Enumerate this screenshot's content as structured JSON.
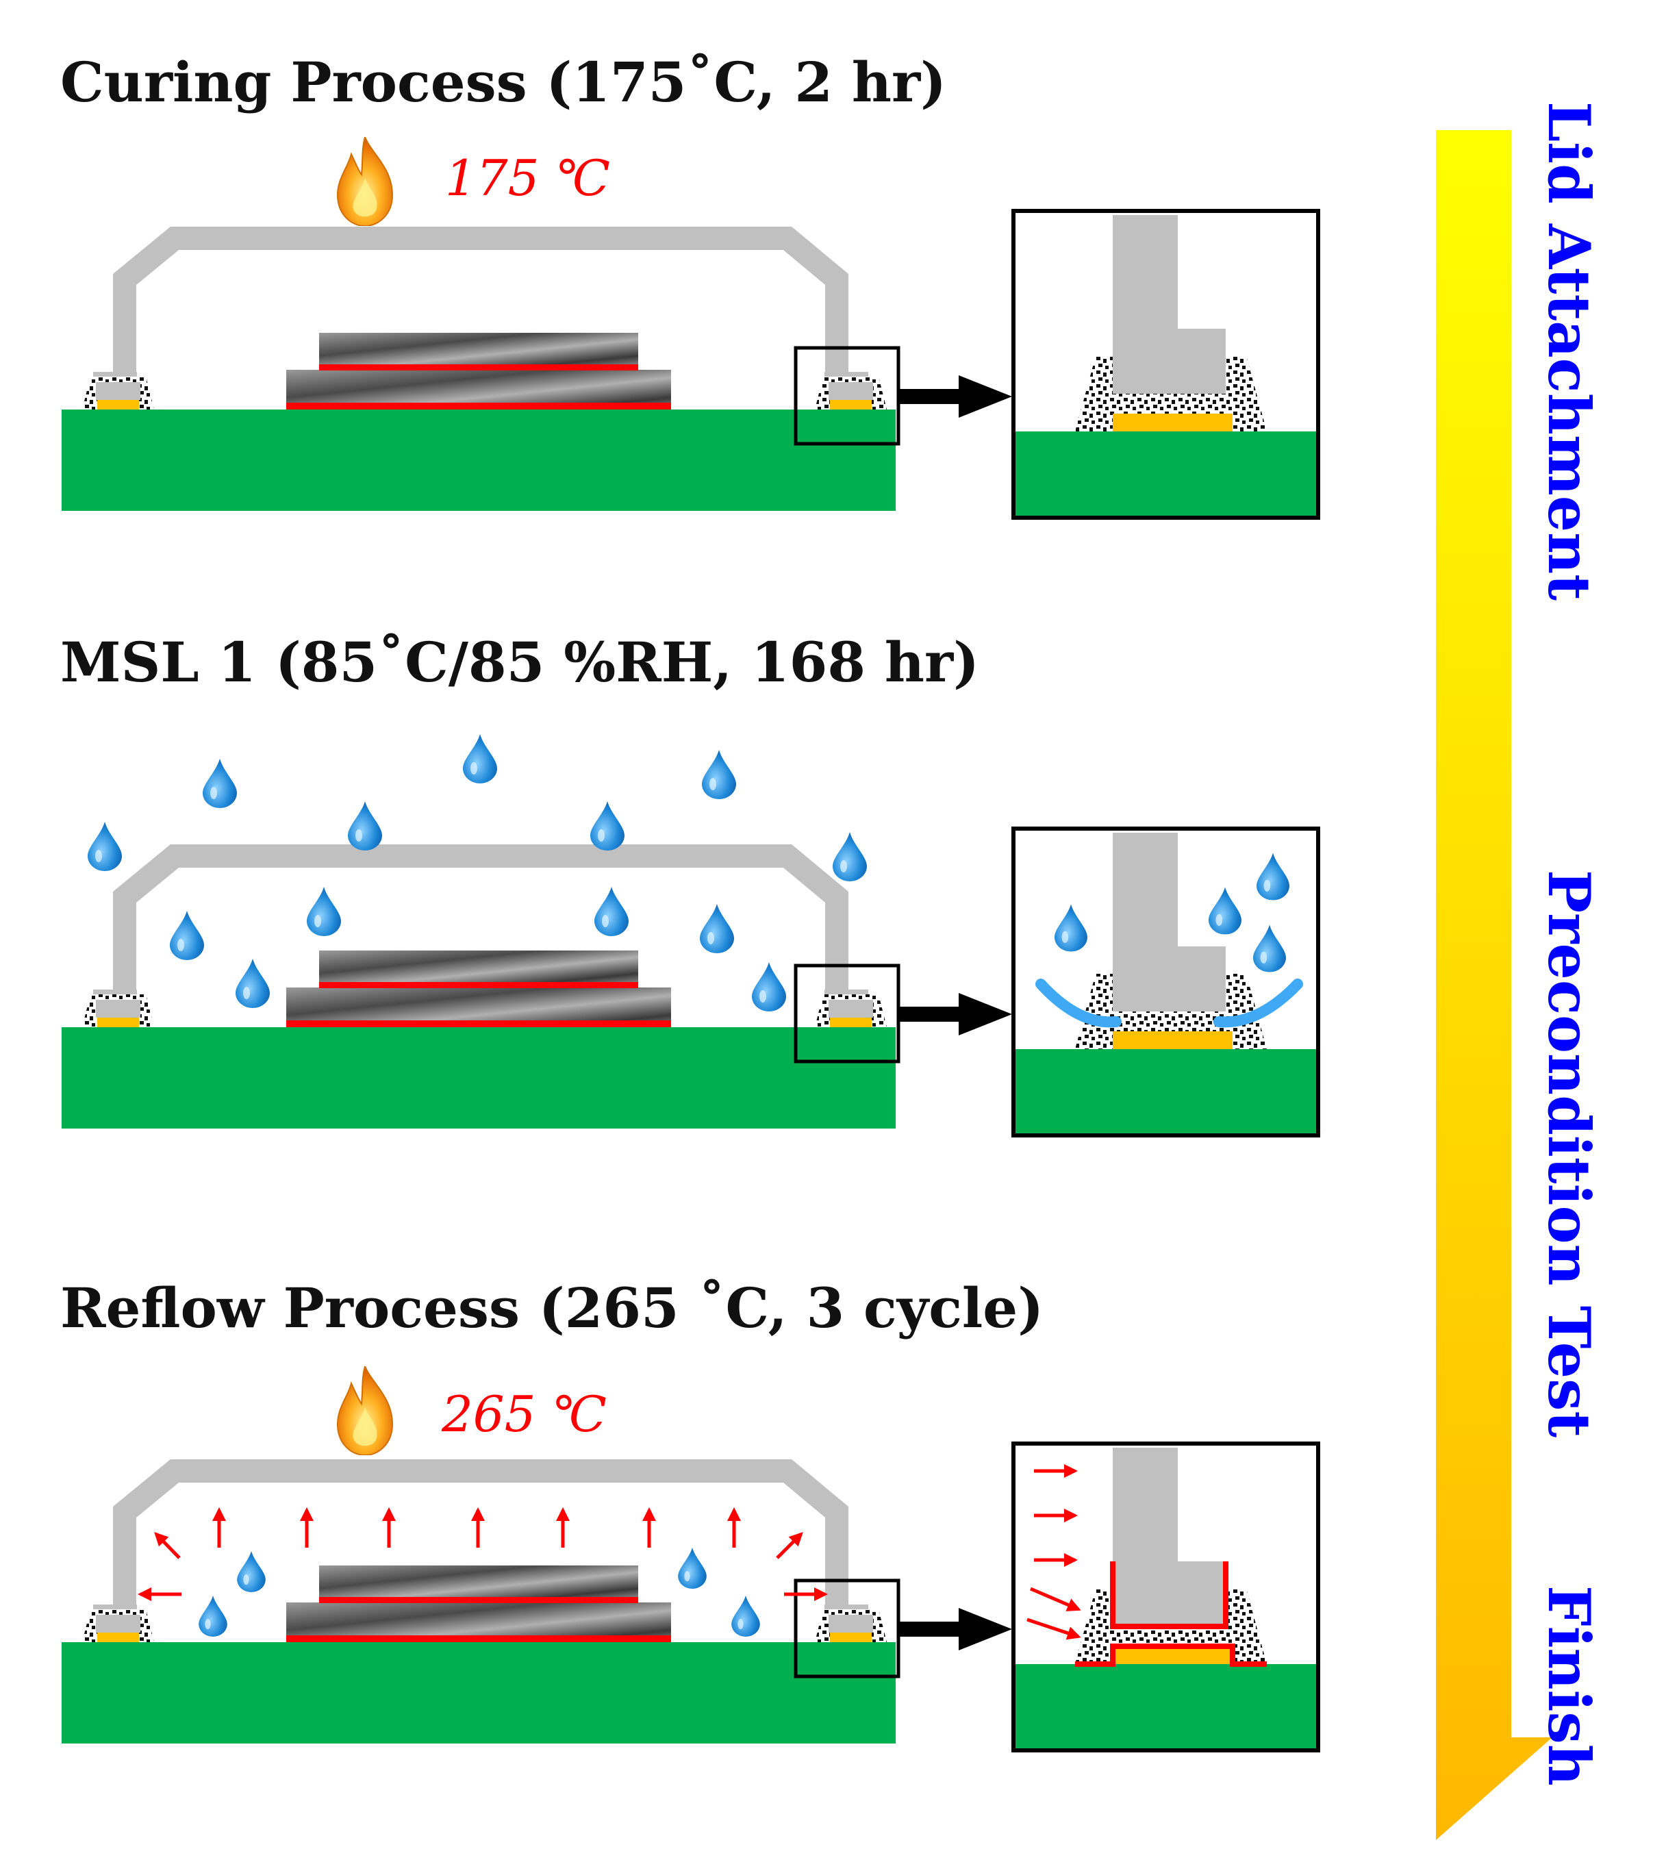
{
  "panels": [
    {
      "title": "Curing Process (175˚C, 2 hr)",
      "temperature": "175 ℃"
    },
    {
      "title": "MSL 1 (85˚C/85 %RH, 168 hr)"
    },
    {
      "title": "Reflow Process (265 ˚C, 3 cycle)",
      "temperature": "265 ℃"
    }
  ],
  "timeline": {
    "stages": [
      "Lid Attachment",
      "Precondition Test",
      "Finish"
    ]
  },
  "colors": {
    "substrate": "#00b050",
    "lid": "#c0c0c0",
    "heat_arrow": "#ff0000",
    "pad": "#ffc000",
    "die_line": "#ff0000",
    "stage_text": "#0000ff",
    "timeline_top": "#ffff00",
    "timeline_bottom": "#ffb800"
  },
  "icons": [
    "flame-icon",
    "water-drop-icon",
    "arrow-right-icon"
  ]
}
